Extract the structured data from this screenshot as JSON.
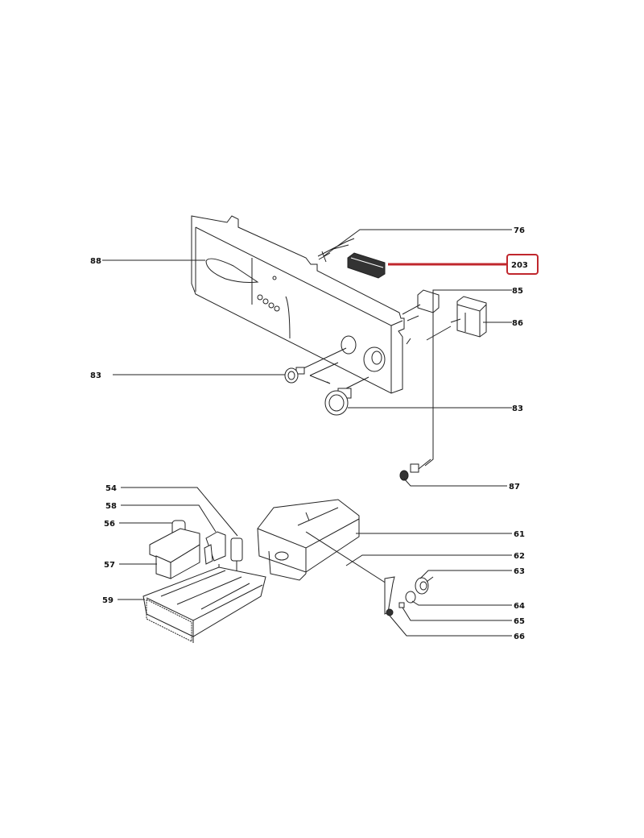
{
  "diagram": {
    "highlight_color": "#c0272d",
    "callouts": {
      "c76": "76",
      "c88": "88",
      "c203": "203",
      "c85": "85",
      "c86": "86",
      "c83a": "83",
      "c83b": "83",
      "c87": "87",
      "c54": "54",
      "c58": "58",
      "c56": "56",
      "c57": "57",
      "c59": "59",
      "c61": "61",
      "c62": "62",
      "c63": "63",
      "c64": "64",
      "c65": "65",
      "c66": "66"
    }
  }
}
